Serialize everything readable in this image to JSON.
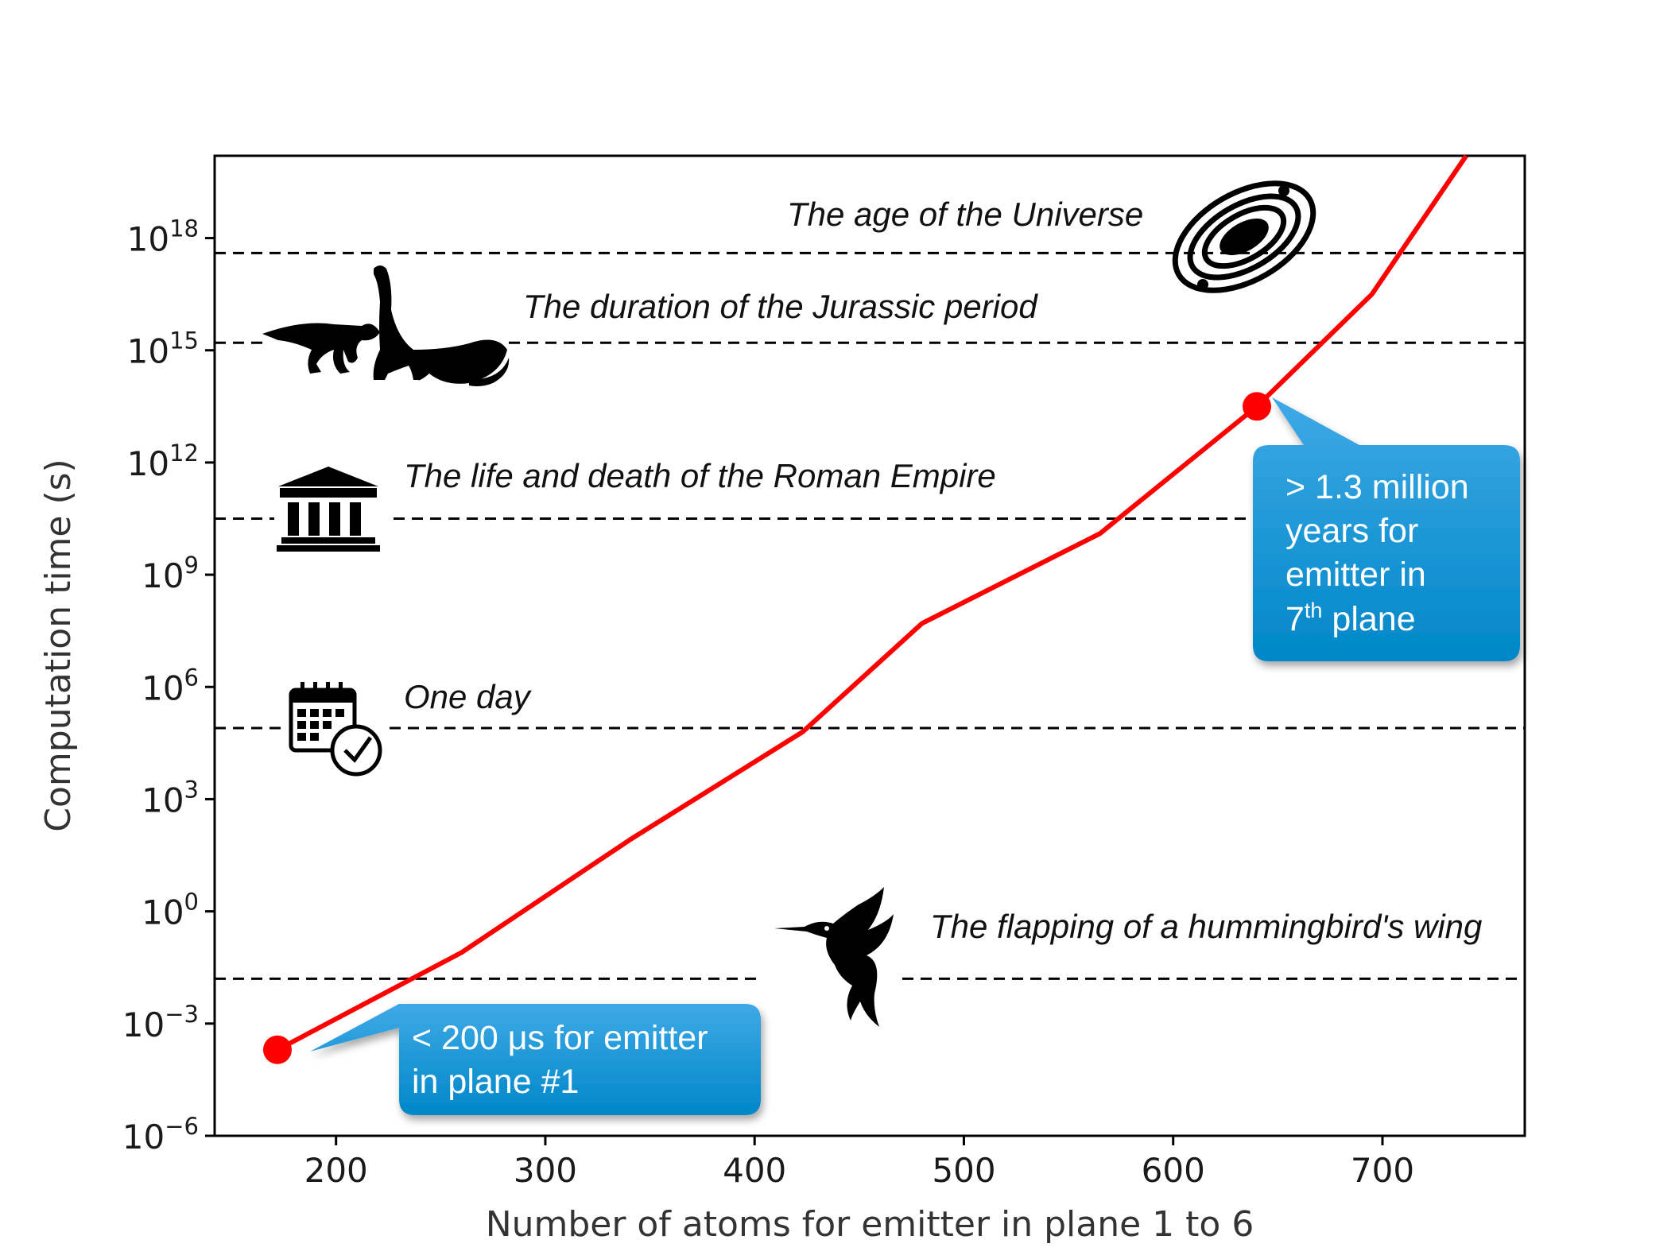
{
  "chart_data": {
    "type": "line",
    "title": "",
    "xlabel": "Number of atoms for emitter in plane 1 to 6",
    "ylabel": "Computation time (s)",
    "xlim": [
      142,
      768
    ],
    "ylim_log10": [
      -6,
      20.2
    ],
    "y_scale": "log",
    "grid": false,
    "x_ticks": [
      {
        "value": 200,
        "label": "200"
      },
      {
        "value": 300,
        "label": "300"
      },
      {
        "value": 400,
        "label": "400"
      },
      {
        "value": 500,
        "label": "500"
      },
      {
        "value": 600,
        "label": "600"
      },
      {
        "value": 700,
        "label": "700"
      }
    ],
    "y_ticks": [
      {
        "exp": 18,
        "base": "10",
        "exponent": "18"
      },
      {
        "exp": 15,
        "base": "10",
        "exponent": "15"
      },
      {
        "exp": 12,
        "base": "10",
        "exponent": "12"
      },
      {
        "exp": 9,
        "base": "10",
        "exponent": "9"
      },
      {
        "exp": 6,
        "base": "10",
        "exponent": "6"
      },
      {
        "exp": 3,
        "base": "10",
        "exponent": "3"
      },
      {
        "exp": 0,
        "base": "10",
        "exponent": "0"
      },
      {
        "exp": -3,
        "base": "10",
        "exponent": "−3"
      },
      {
        "exp": -6,
        "base": "10",
        "exponent": "−6"
      }
    ],
    "series": [
      {
        "color": "#ff0000",
        "x": [
          172,
          260,
          340,
          423,
          480,
          565,
          640,
          695,
          740
        ],
        "log10_y": [
          -3.7,
          -1.1,
          1.9,
          4.8,
          7.7,
          10.1,
          13.5,
          16.5,
          20.2
        ]
      }
    ],
    "highlight_points": [
      {
        "x": 172,
        "log10_y": -3.7
      },
      {
        "x": 640,
        "log10_y": 13.5
      }
    ],
    "reference_lines": [
      {
        "log10_y": 17.6,
        "label": "The age of the Universe",
        "icon": "galaxy-icon"
      },
      {
        "log10_y": 15.2,
        "label": "The duration of the Jurassic period",
        "icon": "dinosaur-icon"
      },
      {
        "log10_y": 10.5,
        "label": "The life and death of the Roman Empire",
        "icon": "temple-icon"
      },
      {
        "log10_y": 4.9,
        "label": "One day",
        "icon": "calendar-clock-icon"
      },
      {
        "log10_y": -1.8,
        "label": "The flapping of a hummingbird's wing",
        "icon": "hummingbird-icon"
      }
    ],
    "callouts": [
      {
        "lines": [
          [
            "< 200 μs for emitter"
          ],
          [
            "in plane #1"
          ]
        ]
      },
      {
        "lines": [
          [
            "> 1.3 million"
          ],
          [
            "years for"
          ],
          [
            "emitter in"
          ],
          [
            "7",
            "th",
            " plane"
          ]
        ]
      }
    ]
  },
  "colors": {
    "series": "#ff0000",
    "callout_top": "#3fa9e6",
    "callout_bottom": "#0087c8",
    "axis": "#000000"
  }
}
